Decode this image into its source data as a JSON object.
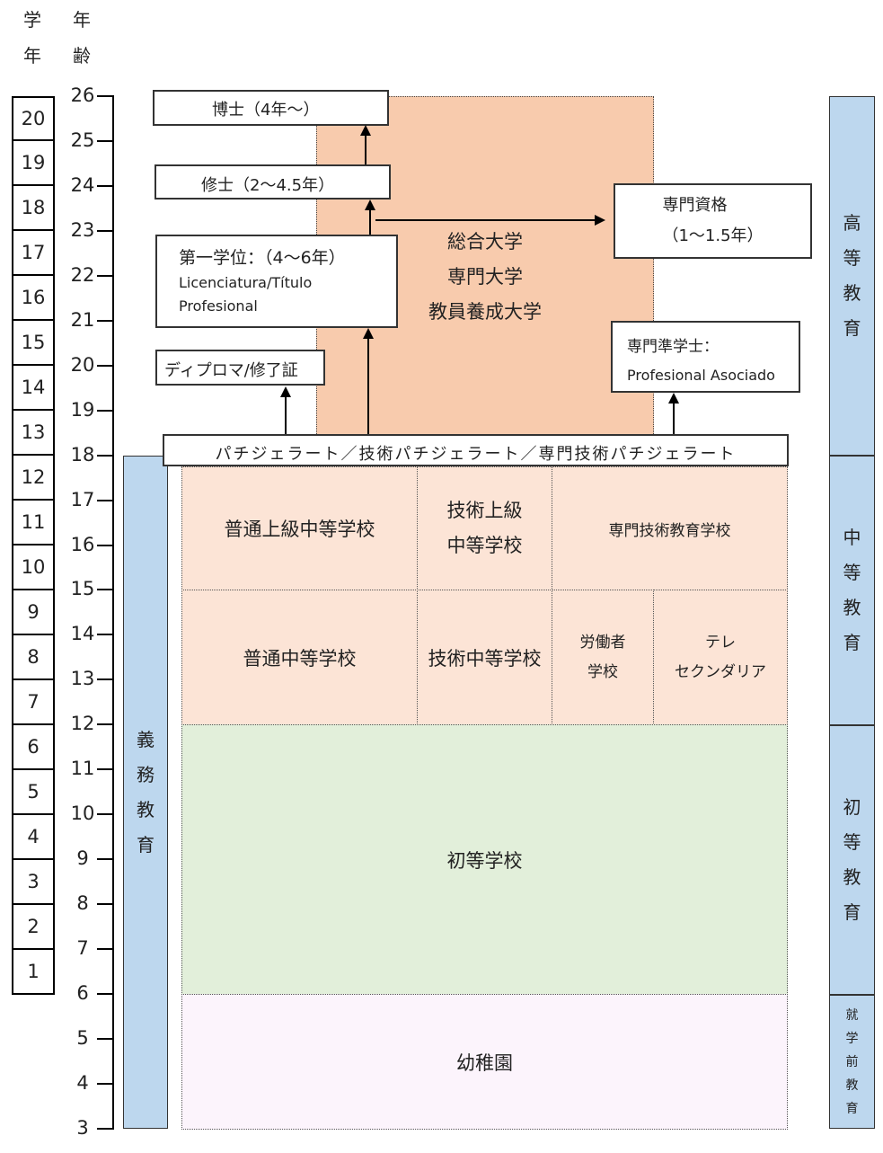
{
  "headers": {
    "grade": [
      "学",
      "年"
    ],
    "age": [
      "年",
      "齢"
    ]
  },
  "grades": [
    "20",
    "19",
    "18",
    "17",
    "16",
    "15",
    "14",
    "13",
    "12",
    "11",
    "10",
    "9",
    "8",
    "7",
    "6",
    "5",
    "4",
    "3",
    "2",
    "1"
  ],
  "ages": [
    "26",
    "25",
    "24",
    "23",
    "22",
    "21",
    "20",
    "19",
    "18",
    "17",
    "16",
    "15",
    "14",
    "13",
    "12",
    "11",
    "10",
    "9",
    "8",
    "7",
    "6",
    "5",
    "4",
    "3"
  ],
  "compulsory": [
    "義",
    "務",
    "教",
    "育"
  ],
  "stages": {
    "higher": [
      "高",
      "等",
      "教",
      "育"
    ],
    "secondary": [
      "中",
      "等",
      "教",
      "育"
    ],
    "primary": [
      "初",
      "等",
      "教",
      "育"
    ],
    "preschool": [
      "就",
      "学",
      "前",
      "教",
      "育"
    ]
  },
  "higher": {
    "doctor": "博士（4年～）",
    "master": "修士（2～4.5年）",
    "bachelor_title": "第一学位：（4～6年）",
    "bachelor_es1": "Licenciatura/Título",
    "bachelor_es2": "Profesional",
    "diploma": "ディプロマ/修了証",
    "universities": [
      "総合大学",
      "専門大学",
      "教員養成大学"
    ],
    "specialty": "専門資格",
    "specialty_years": "（1～1.5年）",
    "associate": "専門準学士：",
    "associate_es": "Profesional Asociado"
  },
  "bachillerato": "パチジェラート／技術パチジェラート／専門技術パチジェラート",
  "upper_secondary": {
    "general": "普通上級中等学校",
    "technical": [
      "技術上級",
      "中等学校"
    ],
    "professional": "専門技術教育学校"
  },
  "lower_secondary": {
    "general": "普通中等学校",
    "technical": "技術中等学校",
    "workers": [
      "労働者",
      "学校"
    ],
    "tele": [
      "テレ",
      "セクンダリア"
    ]
  },
  "primary": "初等学校",
  "kindergarten": "幼稚園",
  "colors": {
    "university": "#f8cbad",
    "secondary": "#fce4d6",
    "primary": "#e2efda",
    "kindergarten": "#fcf4fc",
    "stage_bar": "#bdd7ee"
  }
}
